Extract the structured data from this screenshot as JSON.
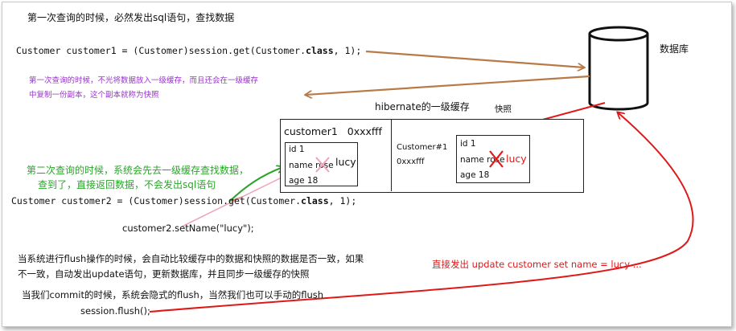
{
  "notes": {
    "first_query": "第一次查询的时候，必然发出sql语句，查找数据",
    "cache_copy_line1": "第一次查询的时候，不光将数据放入一级缓存，而且还会在一级缓存",
    "cache_copy_line2": "中复制一份副本，这个副本就称为快照",
    "second_query_line1": "第二次查询的时候，系统会先去一级缓存查找数据，",
    "second_query_line2": "查到了，直接返回数据，不会发出sql语句",
    "flush_line1": "当系统进行flush操作的时候，会自动比较缓存中的数据和快照的数据是否一致，如果",
    "flush_line2": "不一致，自动发出update语句，更新数据库，并且同步一级缓存的快照",
    "commit_line": "当我们commit的时候，系统会隐式的flush，当然我们也可以手动的flush",
    "update_sql": "直接发出 update customer set name = lucy ..."
  },
  "code": {
    "get1_before": "Customer customer1 = (Customer)session.get(Customer.",
    "get1_keyword": "class",
    "get1_after": ", 1);",
    "get2_before": "Customer customer2 = (Customer)session.get(Customer.",
    "get2_keyword": "class",
    "get2_after": ", 1);",
    "set_name": "customer2.setName(\"lucy\");",
    "flush": "session.flush();"
  },
  "database": {
    "label": "数据库"
  },
  "cache": {
    "title": "hibernate的一级缓存",
    "snapshot_label": "快照",
    "ref_name": "customer1",
    "ref_addr": "0xxxfff",
    "entity_label": "Customer#1",
    "entity_addr": "0xxxfff",
    "obj_id": "id  1",
    "obj_name": "name rose",
    "obj_age": "age 18",
    "obj_new_name": "lucy",
    "snap_id": "id  1",
    "snap_name": "name rose",
    "snap_age": "age 18",
    "snap_new_name": "lucy"
  },
  "colors": {
    "brown": "#b87a46",
    "red": "#e01818",
    "green": "#2aa52a",
    "purple": "#9933cc",
    "pink": "#f0a0b8"
  }
}
